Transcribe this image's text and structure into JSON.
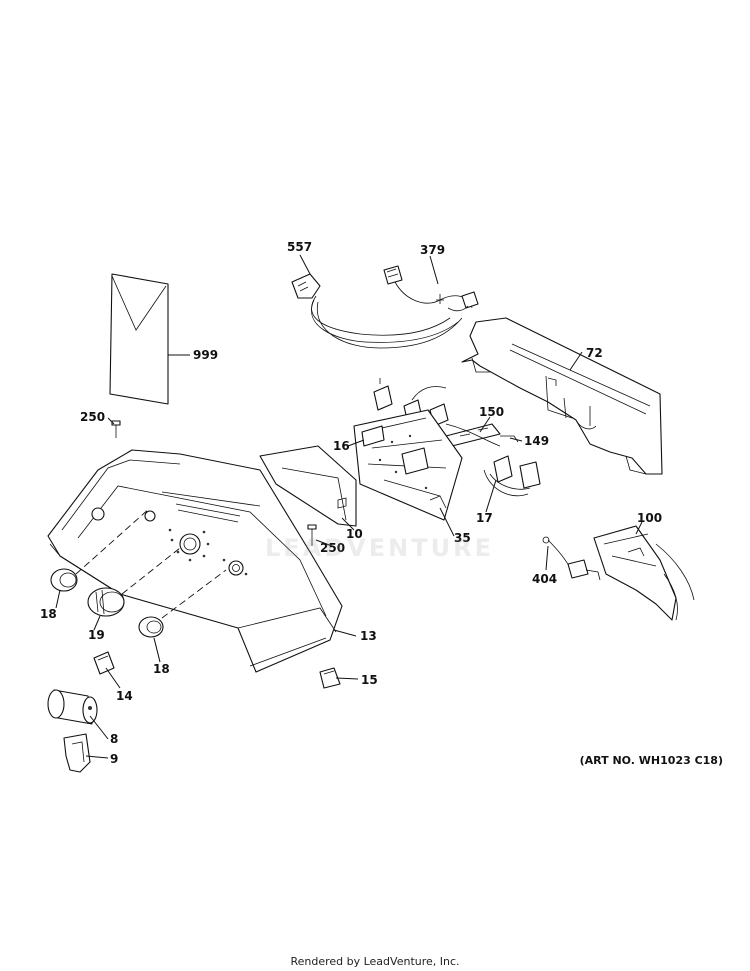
{
  "callouts": {
    "c557": "557",
    "c379": "379",
    "c999": "999",
    "c72": "72",
    "c150": "150",
    "c149": "149",
    "c250a": "250",
    "c16": "16",
    "c17": "17",
    "c100": "100",
    "c10": "10",
    "c35": "35",
    "c250b": "250",
    "c404": "404",
    "c18a": "18",
    "c19": "19",
    "c18b": "18",
    "c13": "13",
    "c14": "14",
    "c15": "15",
    "c8": "8",
    "c9": "9"
  },
  "art_number": "(ART NO. WH1023 C18)",
  "footer": "Rendered by LeadVenture, Inc.",
  "watermark": "LEADVENTURE"
}
